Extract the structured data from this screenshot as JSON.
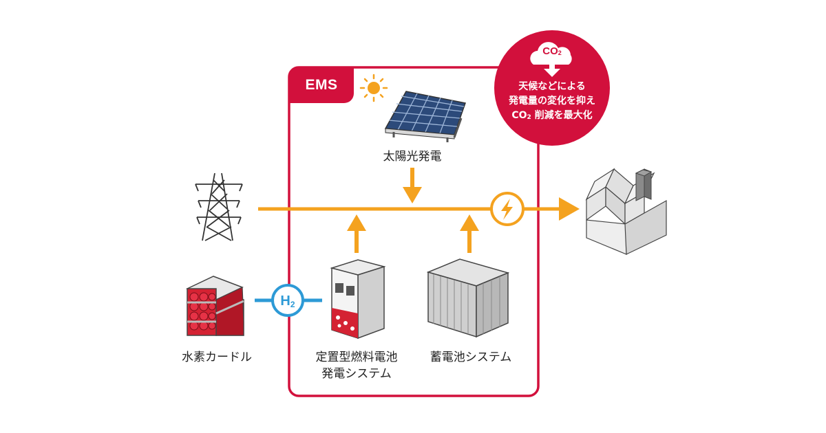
{
  "ems": {
    "label": "EMS"
  },
  "solar": {
    "label": "太陽光発電"
  },
  "hydrogen": {
    "label": "水素カードル",
    "symbol": "H",
    "symbol_sub": "2"
  },
  "fuel_cell": {
    "label_line1": "定置型燃料電池",
    "label_line2": "発電システム"
  },
  "battery": {
    "label": "蓄電池システム"
  },
  "co2_callout": {
    "icon_text": "CO",
    "icon_sub": "2",
    "line1": "天候などによる",
    "line2": "発電量の変化を抑え",
    "line3_prefix": "CO",
    "line3_sub": "2",
    "line3_suffix": " 削減を最大化"
  },
  "colors": {
    "accent_red": "#d2103c",
    "flow_orange": "#f4a21f",
    "h2_blue": "#2d9ad6"
  }
}
